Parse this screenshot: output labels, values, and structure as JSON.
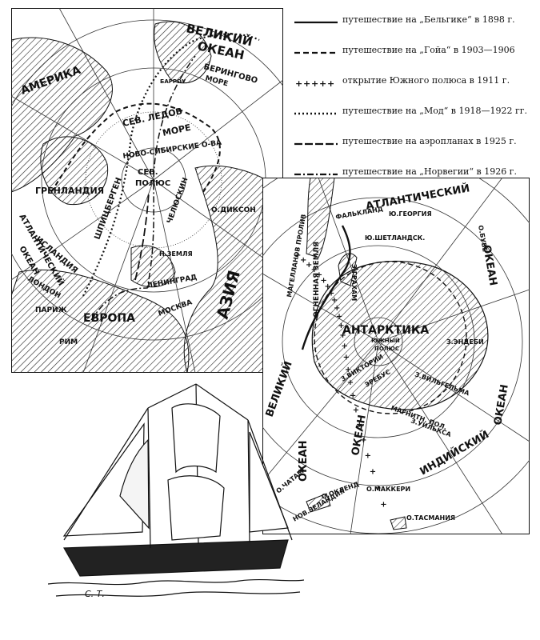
{
  "legend": [
    {
      "style": "solid",
      "label": "путешествие на „Бельгике“ в 1898 г."
    },
    {
      "style": "dashed",
      "label": "путешествие на „Гойа“ в 1903—1906"
    },
    {
      "style": "crosses",
      "label": "открытие Южного полюса в 1911 г."
    },
    {
      "style": "dotted",
      "label": "путешествие на „Мод“ в 1918—1922 гг."
    },
    {
      "style": "dashlong",
      "label": "путешествие на аэропланах в 1925 г."
    },
    {
      "style": "dashdot",
      "label": "путешествие на „Норвегии“ в 1926 г."
    }
  ],
  "arctic_map": {
    "labels": {
      "ocean_great": "ВЕЛИКИЙ",
      "ocean_word": "ОКЕАН",
      "bering": "БЕРИНГОВО",
      "sea": "МОРЕ",
      "barrow": "БАРРОУ",
      "america": "АМЕРИКА",
      "ice_sea_1": "СЕВ. ЛЕДОВ",
      "ice_sea_2": "МОРЕ",
      "novosib": "НОВО-СИБИРСКИЕ О-ВА",
      "pole_1": "СЕВ.",
      "pole_2": "ПОЛЮС",
      "greenland": "ГРЕНЛАНДИЯ",
      "spitsbergen": "ШПИЦБЕРГЕН",
      "chelyuskin": "ЧЕЛЮСКИН",
      "dickson": "О.ДИКСОН",
      "asia": "АЗИЯ",
      "iceland": "ИСЛАНДИЯ",
      "atlantic_1": "АТЛАНТИЧЕСКИЙ",
      "atlantic_2": "ОКЕАН",
      "london": "ЛОНДОН",
      "europe": "ЕВРОПА",
      "moscow": "МОСКВА",
      "leningrad": "ЛЕНИНГРАД",
      "paris": "ПАРИЖ",
      "rome": "РИМ",
      "novaya_zemlya": "Н.ЗЕМЛЯ"
    }
  },
  "antarctic_map": {
    "labels": {
      "atlantic": "АТЛАНТИЧЕСКИЙ",
      "ocean_right": "ОКЕАН",
      "falkland": "ФАЛЬКЛАНД",
      "s_georgia": "Ю.ГЕОРГИЯ",
      "shetland": "Ю.ШЕТЛАНДСК.",
      "bouvet": "О.БУВЕ",
      "graham": "З.ГРАХАМ",
      "tierra": "ОГНЕННАЯ ЗЕМЛЯ",
      "magellan": "МАГЕЛЛАНОВ ПРОЛИВ",
      "antarctica": "АНТАРКТИКА",
      "south_pole_1": "ЮЖНЫЙ",
      "south_pole_2": "ПОЛЮС",
      "enderby": "З.ЭНДЕБИ",
      "wilhelm": "З.ВИЛЬГЕЛЬМА",
      "victoria": "З.ВИКТОРИИ",
      "erebus": "ЭРЕБУС",
      "magnetic": "МАГНИТН. ПОЛ.",
      "wilkes": "З.УИЛЬКСА",
      "great": "ВЕЛИКИЙ",
      "ocean_left": "ОКЕАН",
      "indian": "ИНДИЙСКИЙ",
      "ocean_bottom_right": "ОКЕАН",
      "chatham": "О.ЧАТАМ",
      "auckland": "О.ОКЛЕНД",
      "macquarie": "О.МАККЕРИ",
      "new_zealand": "НОВ.ЗЕЛАНДИЯ",
      "tasmania": "О.ТАСМАНИЯ",
      "ocean_bottom": "ОКЕАН"
    }
  },
  "signature": "С. Т."
}
